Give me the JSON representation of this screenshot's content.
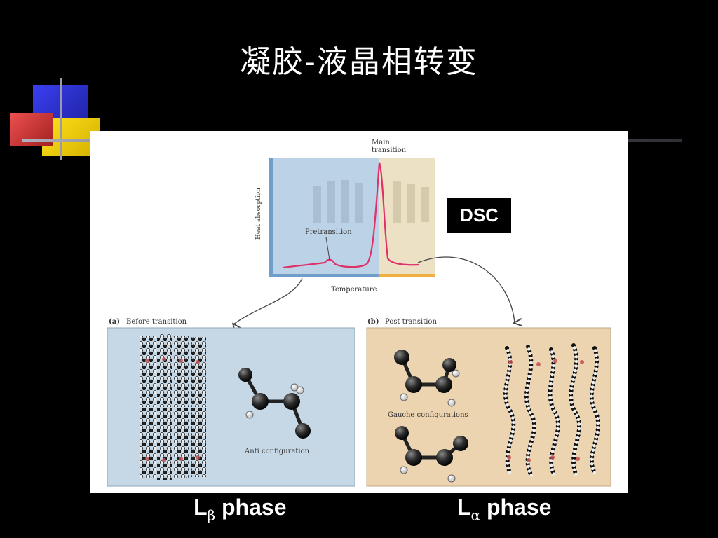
{
  "slide": {
    "title": "凝胶-液晶相转变"
  },
  "figure": {
    "dsc_plot": {
      "main_transition_line1": "Main",
      "main_transition_line2": "transition",
      "pretransition": "Pretransition",
      "y_axis": "Heat absorption",
      "x_axis": "Temperature"
    },
    "panel_a": {
      "letter": "(a)",
      "title": "Before transition",
      "caption": "Anti configuration"
    },
    "panel_b": {
      "letter": "(b)",
      "title": "Post transition",
      "caption": "Gauche configurations"
    }
  },
  "dsc_label": "DSC",
  "phases": [
    {
      "letter": "L",
      "subscript": "β",
      "word": "phase"
    },
    {
      "letter": "L",
      "subscript": "α",
      "word": "phase"
    }
  ],
  "colors": {
    "background": "#000000",
    "deco_blue": "#2a2fd0",
    "deco_red": "#d63a3a",
    "deco_yellow": "#f2d20a",
    "dsc_blue": "#bcd2e6",
    "dsc_tan": "#ece1c4",
    "curve": "#e0306a",
    "panel_a_bg": "#c6d8e6",
    "panel_b_bg": "#ecd4b0"
  }
}
